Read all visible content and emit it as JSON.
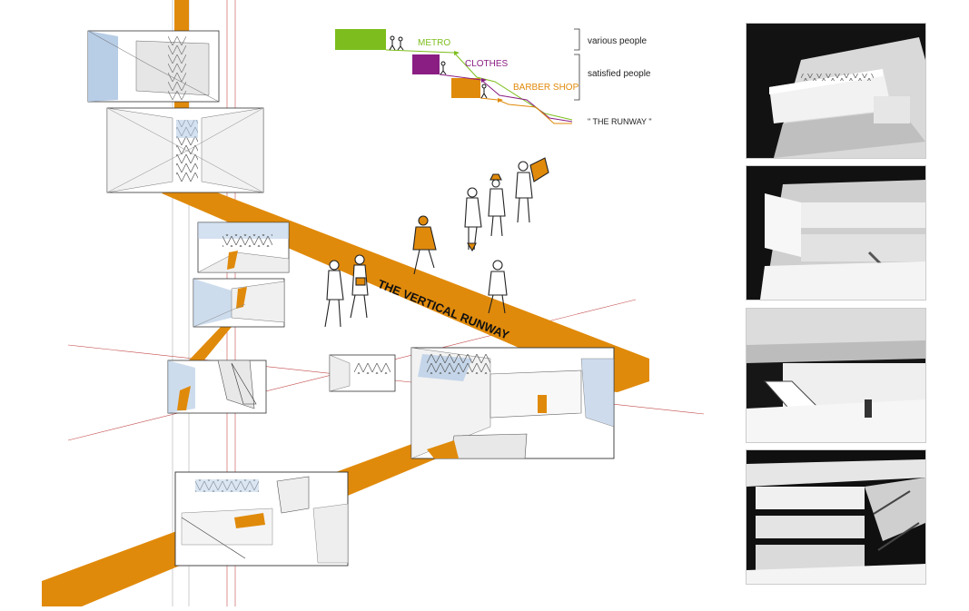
{
  "colors": {
    "orange": "#E08A0B",
    "green": "#7DBE1E",
    "purple": "#8A1E83",
    "guide_red": "#C44A4A",
    "sketch_blue": "#B8CDE6"
  },
  "legend": {
    "metro": "METRO",
    "clothes": "CLOTHES",
    "barber": "BARBER SHOP",
    "runway": "\" THE RUNWAY \"",
    "various": "various people",
    "satisfied": "satisfied people"
  },
  "main": {
    "runway_label": "THE VERTICAL RUNWAY"
  },
  "photos": [
    {
      "icon": "model-photo-1"
    },
    {
      "icon": "model-photo-2"
    },
    {
      "icon": "model-photo-3"
    },
    {
      "icon": "model-photo-4"
    }
  ]
}
